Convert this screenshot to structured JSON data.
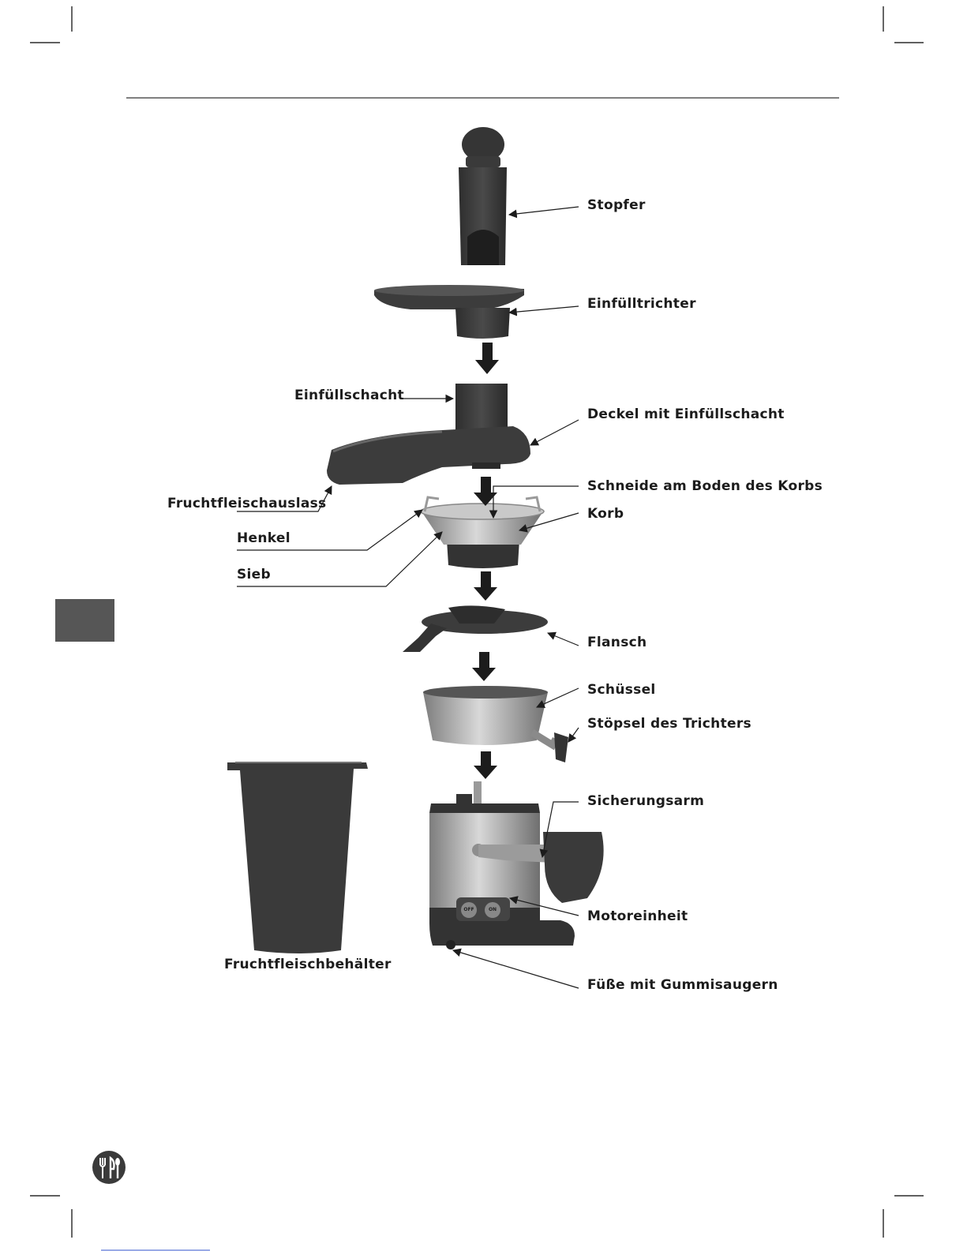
{
  "labels": {
    "stopfer": "Stopfer",
    "einfuelltrichter": "Einfülltrichter",
    "einfuellschacht": "Einfüllschacht",
    "deckel": "Deckel mit Einfüllschacht",
    "fruchtfleischauslass": "Fruchtfleischauslass",
    "schneide": "Schneide am Boden des Korbs",
    "korb": "Korb",
    "henkel": "Henkel",
    "sieb": "Sieb",
    "flansch": "Flansch",
    "schuessel": "Schüssel",
    "stoepsel": "Stöpsel des Trichters",
    "sicherungsarm": "Sicherungsarm",
    "motoreinheit": "Motoreinheit",
    "fuesse": "Füße mit Gummisaugern",
    "behaelter": "Fruchtfleischbehälter"
  },
  "buttons": {
    "off": "OFF",
    "on": "ON"
  },
  "icons": {
    "section_tab": "section-tab-marker",
    "logo": "cutlery-logo-icon"
  },
  "colors": {
    "part_dark": "#3c3c3c",
    "steel": "#a8a8a8",
    "line": "#1c1c1c"
  }
}
